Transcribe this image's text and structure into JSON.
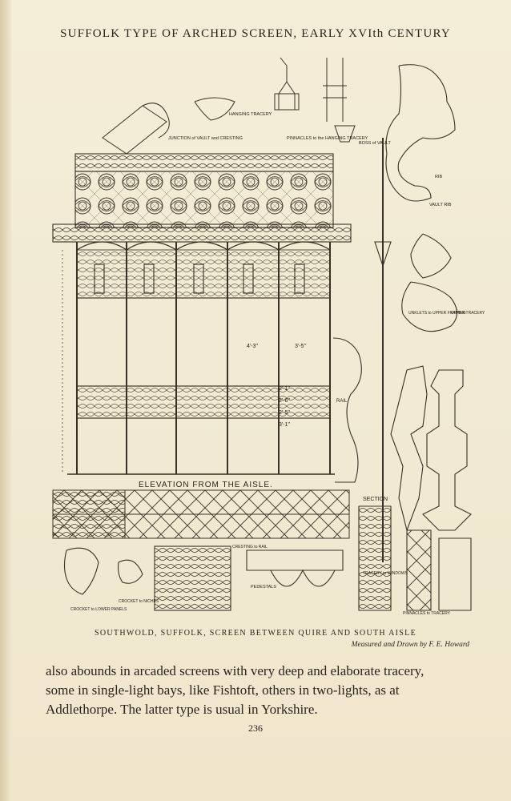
{
  "page": {
    "title": "SUFFOLK TYPE OF ARCHED SCREEN, EARLY XVIth CENTURY",
    "caption": "SOUTHWOLD, SUFFOLK, SCREEN BETWEEN QUIRE AND SOUTH AISLE",
    "credit": "Measured and Drawn by F. E. Howard",
    "body_lines": [
      "also abounds in arcaded screens with very deep and elaborate tracery,",
      "some in single-light bays, like Fishtoft, others in two-lights, as at",
      "Addlethorpe.  The latter type is usual in Yorkshire."
    ],
    "page_number": "236"
  },
  "drawing": {
    "elevation_label": "ELEVATION FROM THE AISLE.",
    "junction_label": "JUNCTION of VAULT and CRESTING",
    "hanging_label": "HANGING TRACERY",
    "pinnacles_label": "PINNACLES to the HANGING TRACERY",
    "boss_label": "BOSS of VAULT",
    "rib_label": "RIB",
    "vault_rib_label": "VAULT RIB",
    "upper_framing_label": "UNKLETS to UPPER FRAMING",
    "upper_tracery_label": "UPPER TRACERY",
    "rail_label": "RAIL",
    "section_label": "SECTION",
    "cresting_label": "CRESTING to RAIL",
    "pedestals_label": "PEDESTALS",
    "tracery_windows_label": "TRACERY to WINDOWS",
    "pinnacles_tracery_label": "PINNACLES to TRACERY",
    "crocket_lower_label": "CROCKET to LOWER PANELS",
    "crocket_niches_label": "CROCKET to NICHES",
    "dimensions": [
      "4'-3\"",
      "3'-5\"",
      "2'-1\"",
      "2'-6\"",
      "2'-5\"",
      "3'-1\""
    ]
  }
}
